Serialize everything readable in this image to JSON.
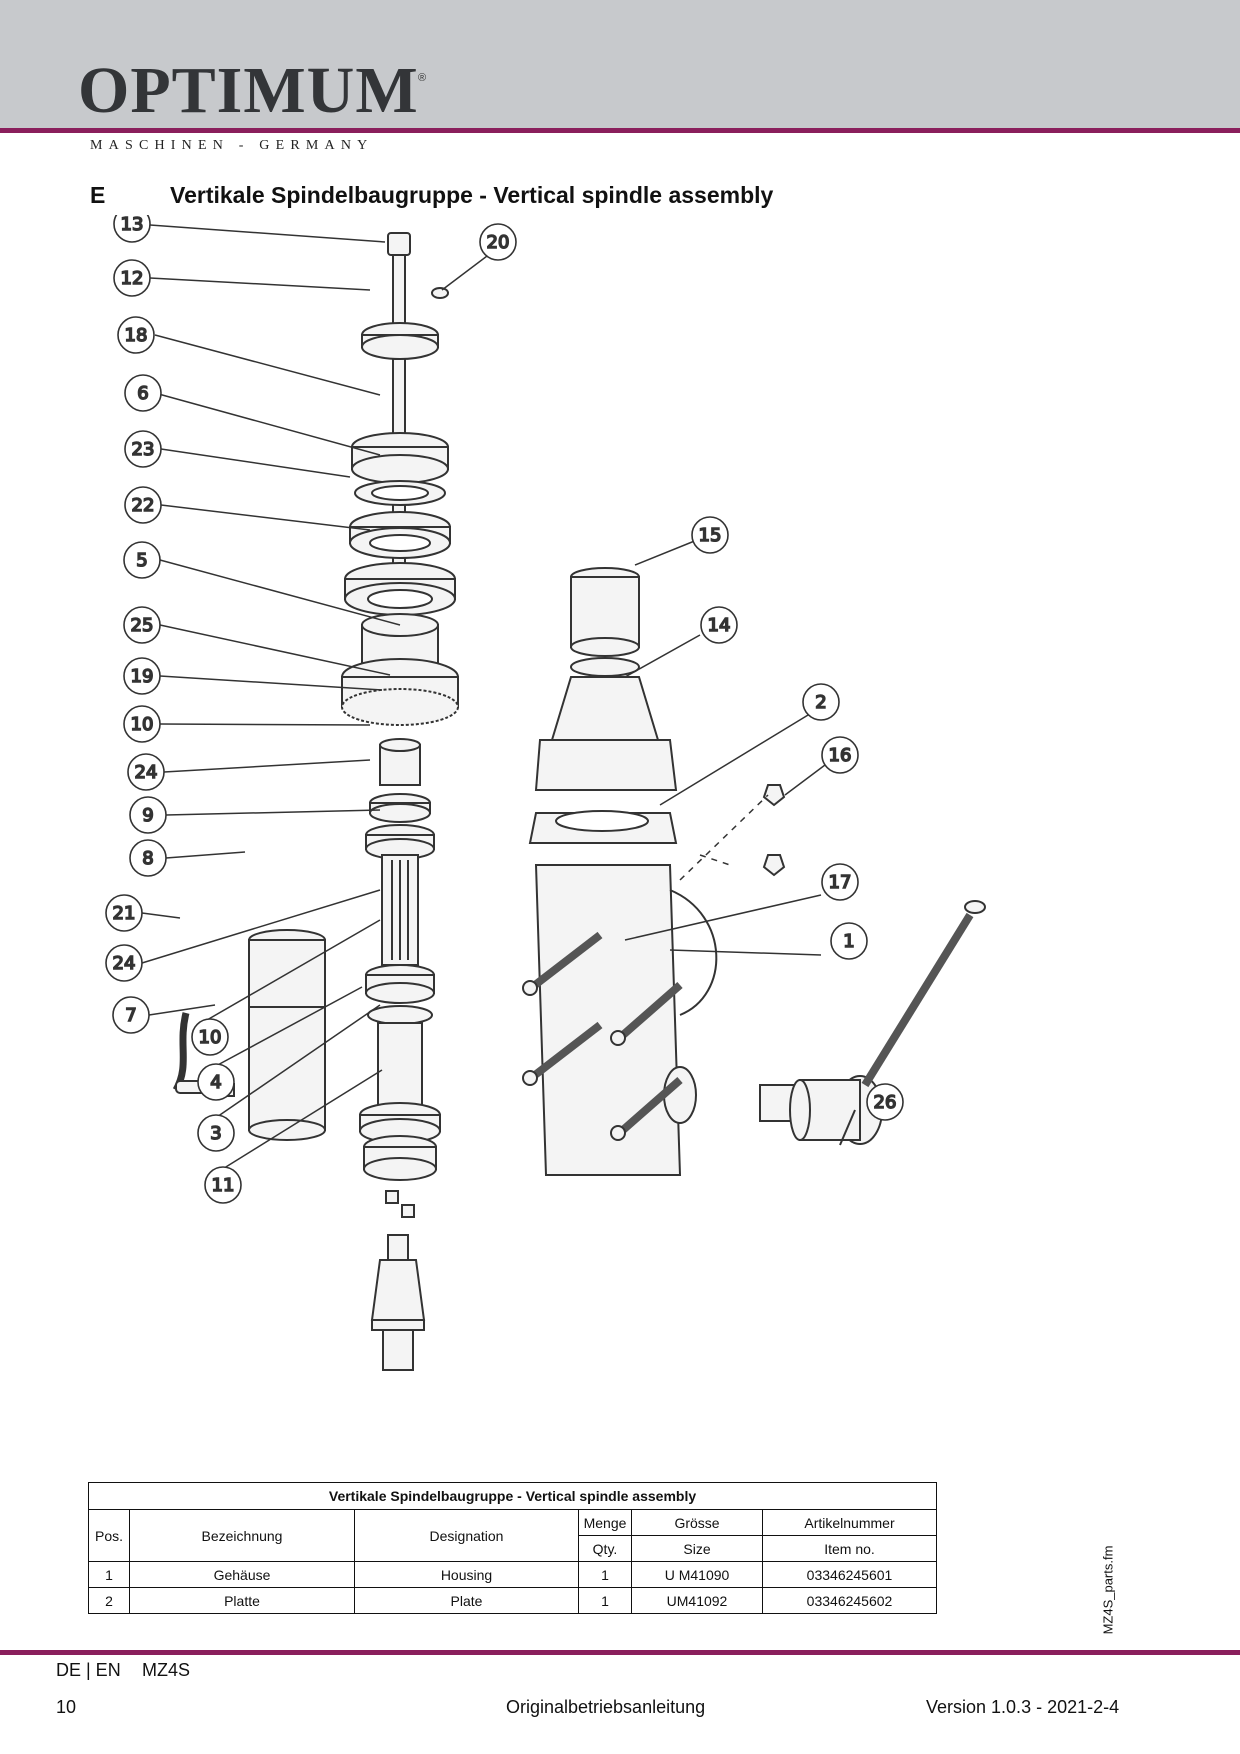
{
  "header": {
    "brand": "OPTIMUM",
    "registered_mark": "®",
    "tagline": "MASCHINEN - GERMANY"
  },
  "section": {
    "letter": "E",
    "title": "Vertikale Spindelbaugruppe - Vertical spindle assembly"
  },
  "diagram": {
    "callouts": [
      "13",
      "20",
      "12",
      "18",
      "6",
      "23",
      "22",
      "5",
      "25",
      "19",
      "10",
      "24",
      "9",
      "8",
      "21",
      "24",
      "7",
      "10",
      "4",
      "3",
      "11",
      "15",
      "14",
      "2",
      "16",
      "17",
      "1",
      "26"
    ]
  },
  "table": {
    "caption": "Vertikale Spindelbaugruppe - Vertical spindle assembly",
    "headers": {
      "pos": "Pos.",
      "bezeichnung": "Bezeichnung",
      "designation": "Designation",
      "menge": "Menge",
      "qty": "Qty.",
      "groesse": "Grösse",
      "size": "Size",
      "artikelnummer": "Artikelnummer",
      "item_no": "Item no."
    },
    "rows": [
      {
        "pos": "1",
        "bezeichnung": "Gehäuse",
        "designation": "Housing",
        "qty": "1",
        "size": "U M41090",
        "item_no": "03346245601"
      },
      {
        "pos": "2",
        "bezeichnung": "Platte",
        "designation": "Plate",
        "qty": "1",
        "size": "UM41092",
        "item_no": "03346245602"
      }
    ]
  },
  "side_label": "MZ4S_parts.fm",
  "footer": {
    "languages": "DE | EN",
    "model": "MZ4S",
    "page_number": "10",
    "document": "Originalbetriebsanleitung",
    "version": "Version 1.0.3 - 2021-2-4"
  },
  "colors": {
    "accent_rule": "#8a1f5c",
    "header_band": "#c7c9cc"
  }
}
